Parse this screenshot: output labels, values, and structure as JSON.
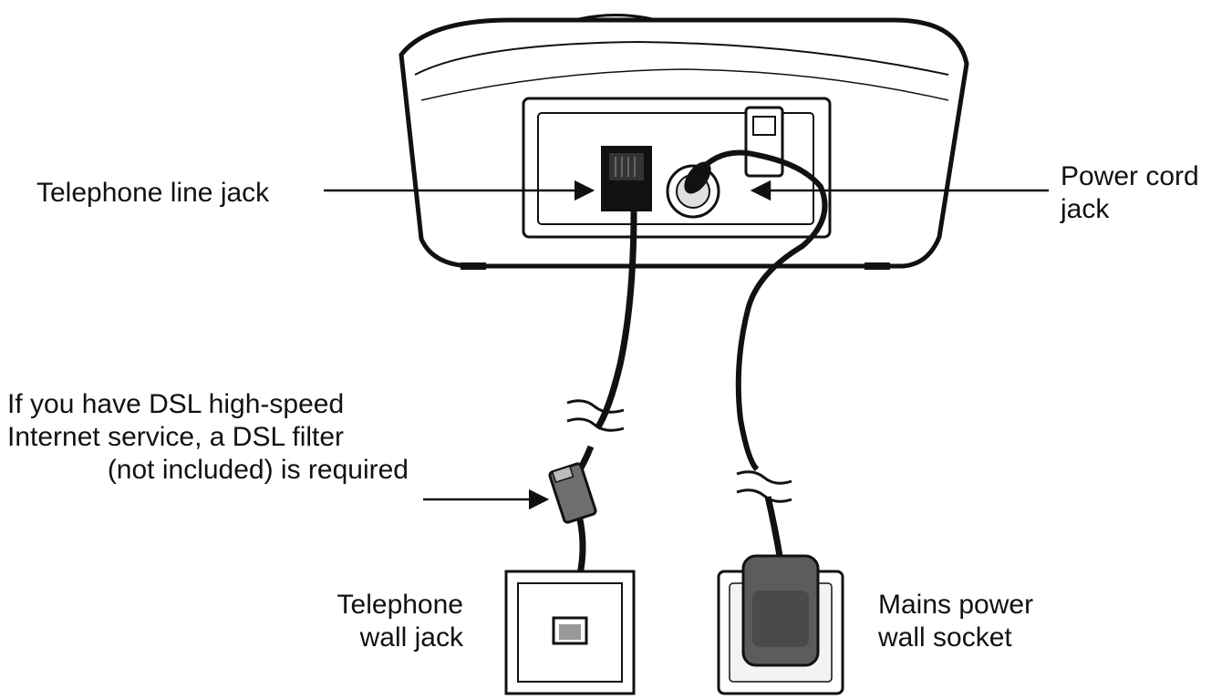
{
  "labels": {
    "telephone_line_jack": "Telephone line jack",
    "power_cord_jack": [
      "Power cord",
      "jack"
    ],
    "dsl_filter_note": [
      "If you have DSL high-speed",
      "Internet service, a DSL filter",
      "(not included) is required"
    ],
    "telephone_wall_jack": [
      "Telephone",
      "wall jack"
    ],
    "mains_power_wall_socket": [
      "Mains power",
      "wall socket"
    ]
  },
  "colors": {
    "line": "#111111",
    "adapter": "#5c5c5c",
    "filter": "#6e6e6e"
  }
}
